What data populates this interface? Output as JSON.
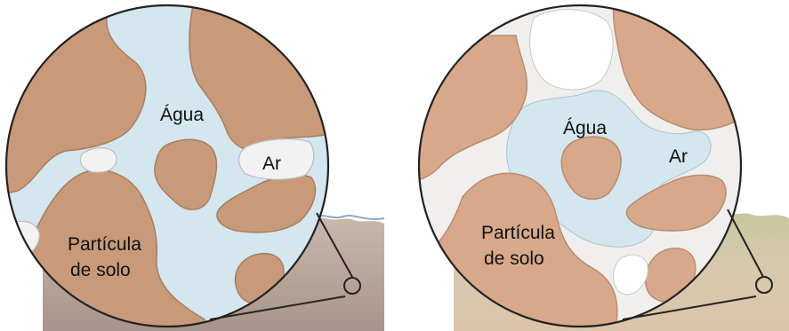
{
  "colors": {
    "particle": "#c89a7a",
    "particle_edge": "#a97d60",
    "water": "#d4e6ee",
    "air": "#f2f2f2",
    "ground_left": "#b5a295",
    "ground_right": "#d9c5ad",
    "ground_right_top": "#c4c69a",
    "outline": "#222222"
  },
  "panels": [
    {
      "id": "saturated",
      "labels": {
        "water": "Água",
        "air": "Ar",
        "particle_line1": "Partícula",
        "particle_line2": "de solo"
      }
    },
    {
      "id": "unsaturated",
      "labels": {
        "water": "Água",
        "air": "Ar",
        "particle_line1": "Partícula",
        "particle_line2": "de solo"
      }
    }
  ]
}
